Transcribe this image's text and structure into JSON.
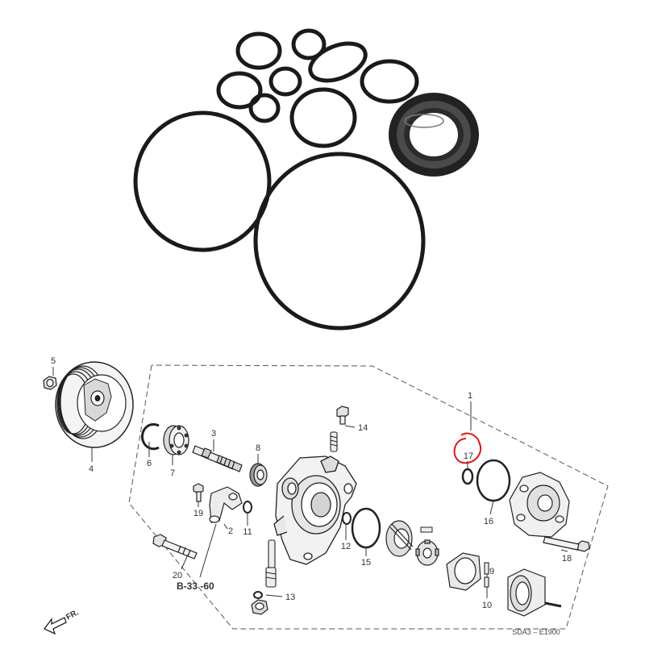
{
  "diagram": {
    "callouts": {
      "c1": "1",
      "c2": "2",
      "c3": "3",
      "c4": "4",
      "c5": "5",
      "c6": "6",
      "c7": "7",
      "c8": "8",
      "c9": "9",
      "c10": "10",
      "c11": "11",
      "c12": "12",
      "c13": "13",
      "c14": "14",
      "c15": "15",
      "c16": "16",
      "c17": "17",
      "c18": "18",
      "c19": "19",
      "c20": "20"
    },
    "reference": "B-33 -60",
    "front_label": "FR.",
    "code": "SDA3 – E1900"
  }
}
